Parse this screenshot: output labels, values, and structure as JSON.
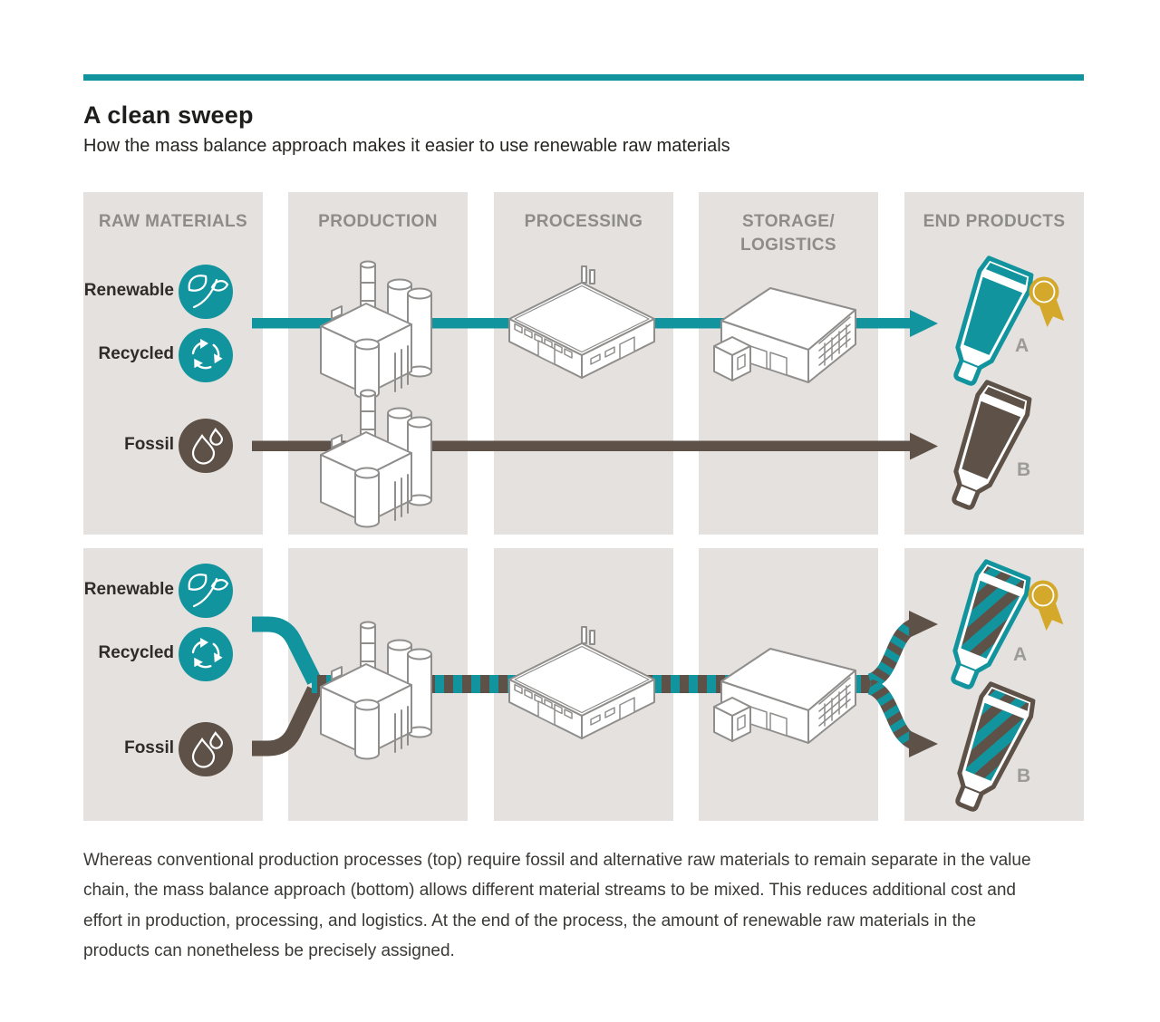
{
  "page": {
    "title": "A clean sweep",
    "subtitle": "How the mass balance approach makes it easier to use renewable raw materials"
  },
  "columns": [
    {
      "label": "RAW MATERIALS"
    },
    {
      "label": "PRODUCTION"
    },
    {
      "label": "PROCESSING"
    },
    {
      "label": "STORAGE/\nLOGISTICS"
    },
    {
      "label": "END PRODUCTS"
    }
  ],
  "materials": {
    "renewable": "Renewable",
    "recycled": "Recycled",
    "fossil": "Fossil"
  },
  "products": {
    "a": "A",
    "b": "B"
  },
  "caption": "Whereas conventional production processes (top) require fossil and alternative raw materials to remain separate in the value chain, the mass balance approach (bottom) allows different material streams to be mixed. This reduces additional cost and effort in production, processing, and logistics. At the end of the process, the amount of renewable raw materials in the products can nonetheless be precisely assigned.",
  "colors": {
    "teal": "#12949e",
    "brown": "#5e5248",
    "gold": "#d4a82b",
    "panel_bg": "#e5e1de",
    "header_text": "#8e8c89",
    "label_text": "#2f2c28",
    "product_label_text": "#9c9b99"
  },
  "icons": {
    "renewable": "leaf-icon",
    "recycled": "recycle-arrows-icon",
    "fossil": "oil-drops-icon",
    "award": "award-badge-icon"
  }
}
